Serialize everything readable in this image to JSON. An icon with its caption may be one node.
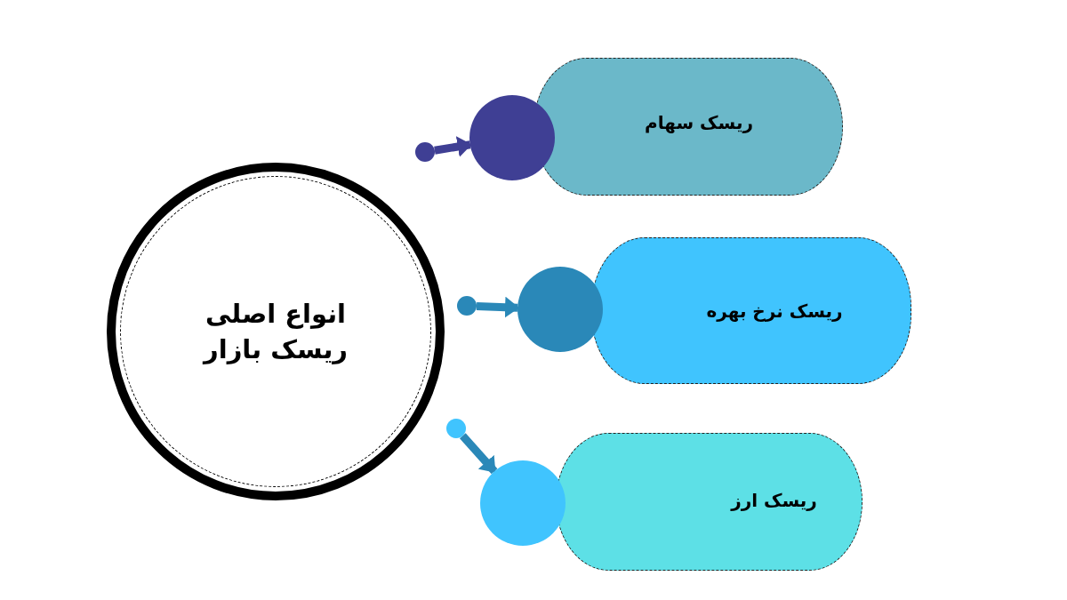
{
  "diagram": {
    "nodes": [
      {
        "text": [
          "انواع اصلی ریسک بازار"
        ]
      },
      {
        "text": [
          "ریسک سهام"
        ]
      },
      {
        "text": [
          "ریسک نرخ بهره"
        ]
      },
      {
        "text": [
          "ریسک ارز"
        ]
      },
      {
        "text": [],
        "shape": "circle"
      },
      {
        "text": [],
        "shape": "circle"
      },
      {
        "text": [],
        "shape": "circle"
      },
      {
        "text": [],
        "shape": "circle"
      },
      {
        "text": [],
        "shape": "circle"
      },
      {
        "text": [],
        "shape": "circle"
      }
    ],
    "edges": [
      {
        "from": 4,
        "to": 7,
        "arrow": "to",
        "color": "#3f3f94"
      },
      {
        "from": 5,
        "to": 8,
        "arrow": "to"
      },
      {
        "from": 6,
        "to": 9,
        "arrow": "to"
      }
    ]
  }
}
